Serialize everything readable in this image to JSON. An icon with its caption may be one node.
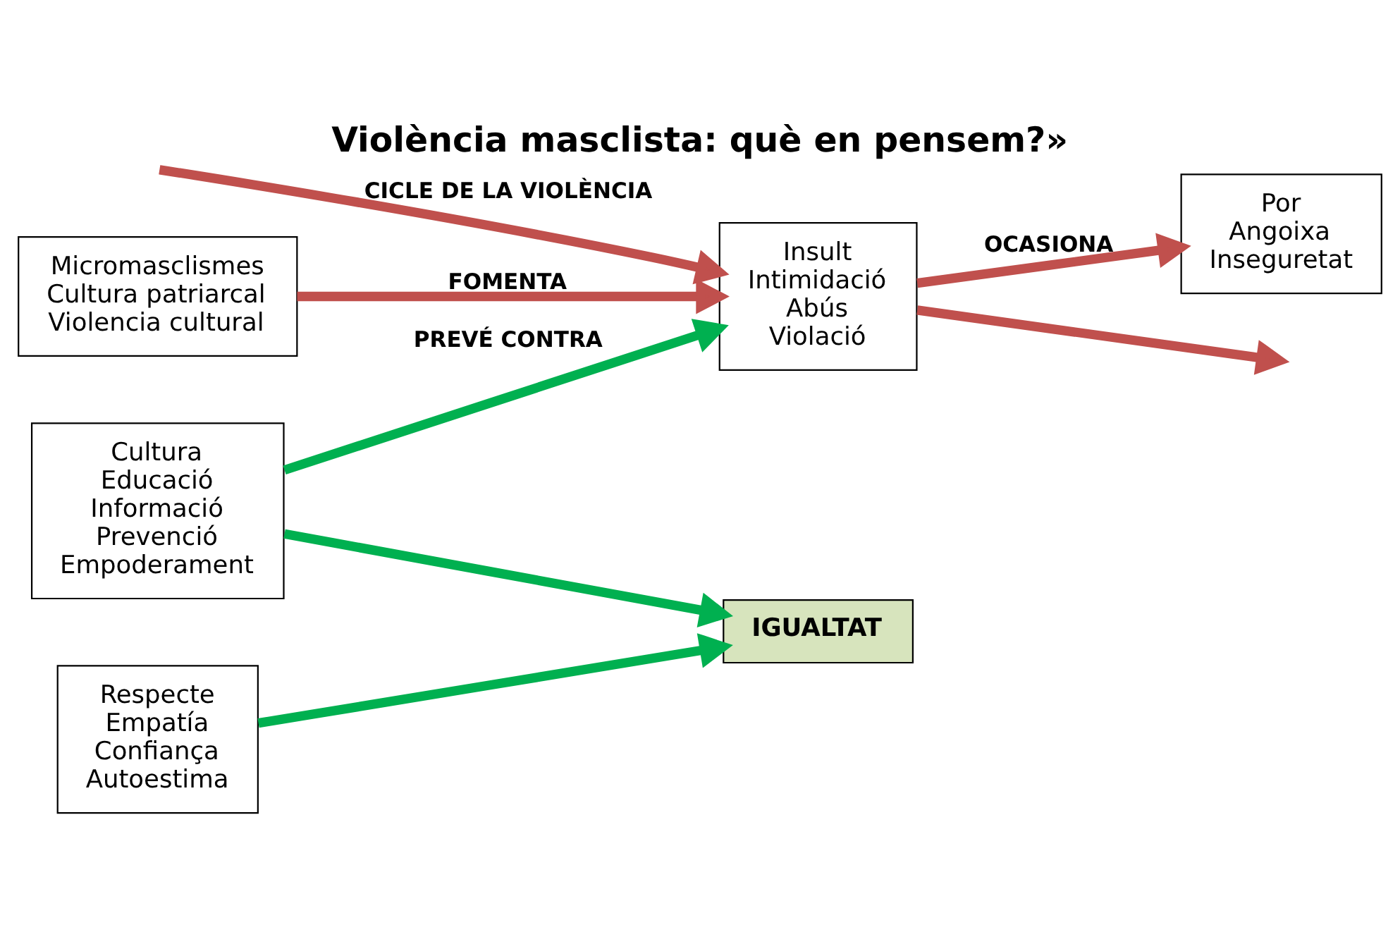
{
  "diagram": {
    "title": "Violència masclista: què en pensem?»",
    "nodes": [
      {
        "text": [
          "Micromasclismes",
          "Cultura patriarcal",
          "Violencia cultural"
        ]
      },
      {
        "text": [
          "Insult",
          "Intimidació",
          "Abús",
          "Violació"
        ]
      },
      {
        "text": [
          "Por",
          "Angoixa",
          "Inseguretat"
        ]
      },
      {
        "text": [
          "Cultura",
          "Educació",
          "Informació",
          "Prevenció",
          "Empoderament"
        ]
      },
      {
        "text": [
          "IGUALTAT"
        ]
      },
      {
        "text": [
          "Respecte",
          "Empatía",
          "Confiança",
          "Autoestima"
        ]
      }
    ],
    "edges": [
      {
        "from": 0,
        "to": 1,
        "arrow": "to",
        "label": "FOMENTA"
      },
      {
        "from": null,
        "to": 1,
        "arrow": "to",
        "label": "CICLE DE LA VIOLÈNCIA"
      },
      {
        "from": 1,
        "to": 2,
        "arrow": "to",
        "label": "OCASIONA"
      },
      {
        "from": 1,
        "to": null,
        "arrow": "to"
      },
      {
        "from": 3,
        "to": 1,
        "arrow": "to",
        "label": "PREVÉ CONTRA",
        "color": "#00b050"
      },
      {
        "from": 3,
        "to": 4,
        "arrow": "to",
        "color": "#00b050"
      },
      {
        "from": 5,
        "to": 4,
        "arrow": "to",
        "color": "#00b050"
      }
    ]
  }
}
